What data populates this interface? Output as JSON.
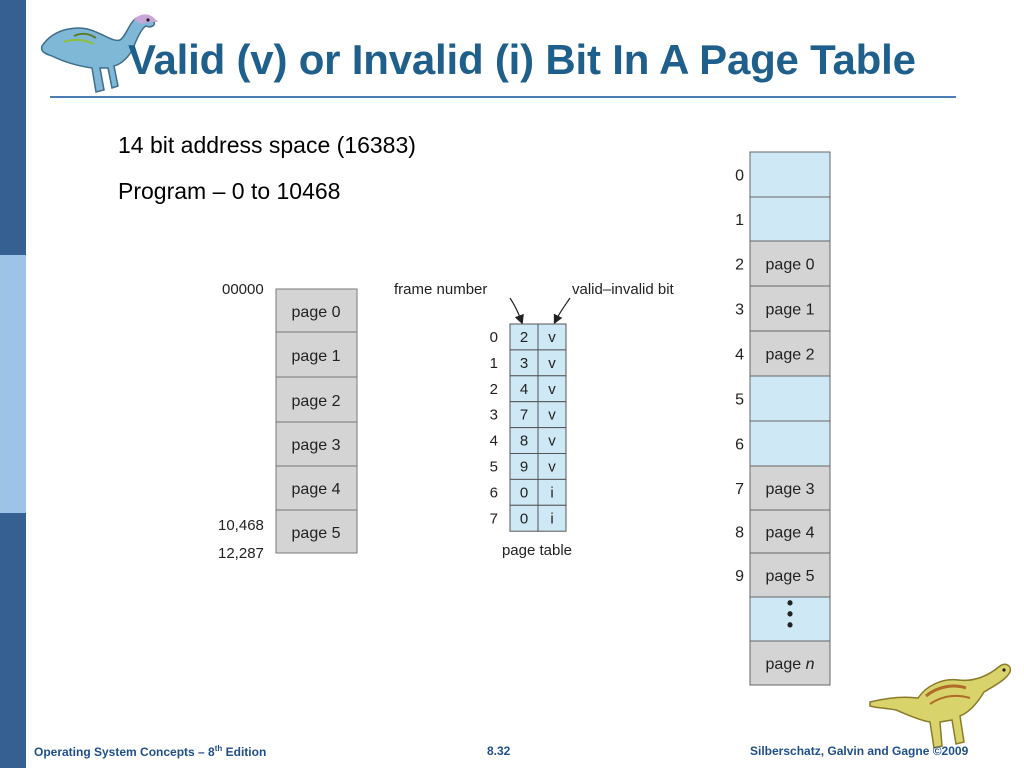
{
  "title": "Valid (v) or Invalid (i) Bit In A Page Table",
  "body": {
    "line1": "14 bit address space (16383)",
    "line2": "Program – 0 to 10468"
  },
  "logical_memory": {
    "address_labels": [
      "00000",
      "10,468",
      "12,287"
    ],
    "pages": [
      "page 0",
      "page 1",
      "page 2",
      "page 3",
      "page 4",
      "page 5"
    ]
  },
  "page_table": {
    "frame_number_label": "frame number",
    "valid_invalid_label": "valid–invalid bit",
    "caption": "page table",
    "rows": [
      {
        "index": "0",
        "frame": "2",
        "bit": "v"
      },
      {
        "index": "1",
        "frame": "3",
        "bit": "v"
      },
      {
        "index": "2",
        "frame": "4",
        "bit": "v"
      },
      {
        "index": "3",
        "frame": "7",
        "bit": "v"
      },
      {
        "index": "4",
        "frame": "8",
        "bit": "v"
      },
      {
        "index": "5",
        "frame": "9",
        "bit": "v"
      },
      {
        "index": "6",
        "frame": "0",
        "bit": "i"
      },
      {
        "index": "7",
        "frame": "0",
        "bit": "i"
      }
    ]
  },
  "physical_memory": {
    "frames": [
      {
        "index": "0",
        "label": "",
        "filled": false
      },
      {
        "index": "1",
        "label": "",
        "filled": false
      },
      {
        "index": "2",
        "label": "page 0",
        "filled": true
      },
      {
        "index": "3",
        "label": "page 1",
        "filled": true
      },
      {
        "index": "4",
        "label": "page 2",
        "filled": true
      },
      {
        "index": "5",
        "label": "",
        "filled": false
      },
      {
        "index": "6",
        "label": "",
        "filled": false
      },
      {
        "index": "7",
        "label": "page 3",
        "filled": true
      },
      {
        "index": "8",
        "label": "page 4",
        "filled": true
      },
      {
        "index": "9",
        "label": "page 5",
        "filled": true
      },
      {
        "index": "",
        "label": "•\n•\n•",
        "filled": false
      },
      {
        "index": "",
        "label": "page n",
        "filled": true
      }
    ]
  },
  "colors": {
    "sidebar_dark": "#376092",
    "sidebar_light": "#9dc3e6",
    "title": "#1f5f8b",
    "page_fill": "#d4d4d4",
    "table_fill": "#cfe8f6",
    "footer": "#1f4f8b"
  },
  "footer": {
    "left_main": "Operating System Concepts – 8",
    "left_sup": "th",
    "left_tail": " Edition",
    "center": "8.32",
    "right": "Silberschatz, Galvin and Gagne ©2009"
  }
}
